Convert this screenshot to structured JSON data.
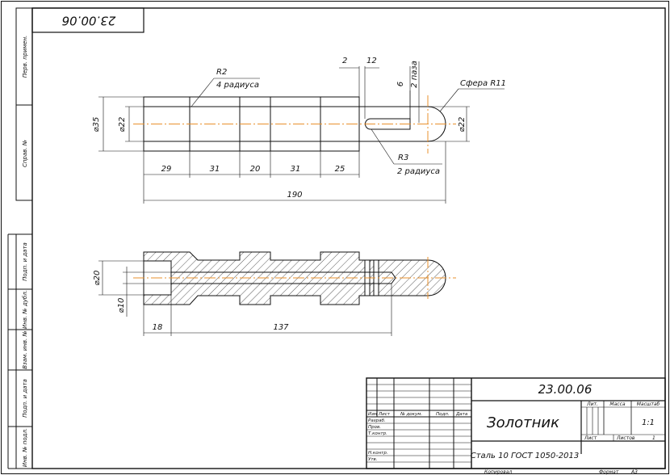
{
  "drawing_number": "23.00.06",
  "drawing_number_rotated": "23.00.06",
  "part_name": "Золотник",
  "material": "Сталь 10 ГОСТ 1050-2013",
  "top_view": {
    "dim_diam_outer": "⌀35",
    "dim_diam_inner": "⌀22",
    "dim_diam_right": "⌀22",
    "radius_label": "R2",
    "radius_note": "4 радиуса",
    "slot_radius_label": "R3",
    "slot_radius_note": "2 радиуса",
    "sphere_label": "Сфера R11",
    "dim_2": "2",
    "dim_12": "12",
    "dim_6": "6",
    "slot_note": "2 паза",
    "seg_29": "29",
    "seg_31a": "31",
    "seg_20": "20",
    "seg_31b": "31",
    "seg_25": "25",
    "total_190": "190"
  },
  "section_view": {
    "dim_d20": "⌀20",
    "dim_d10": "⌀10",
    "dim_18": "18",
    "dim_137": "137"
  },
  "side_columns": [
    "Перв. примен.",
    "Справ. №",
    "Подп. и дата",
    "Инв. № дубл.",
    "Взам. инв. №",
    "Подп. и дата",
    "Инв. № подл."
  ],
  "title_block": {
    "col_headers": [
      "Изм",
      "Лист",
      "№ докум.",
      "Подп.",
      "Дата"
    ],
    "rows": [
      "Разраб.",
      "Пров.",
      "Т.контр.",
      "",
      "Н.контр.",
      "Утв."
    ],
    "lit_label": "Лит.",
    "mass_label": "Масса",
    "scale_label": "Масштаб",
    "scale_value": "1:1",
    "sheet_label": "Лист",
    "sheets_label": "Листов",
    "sheets_value": "1",
    "copied_label": "Копировал",
    "format_label": "Формат",
    "format_value": "A3"
  }
}
